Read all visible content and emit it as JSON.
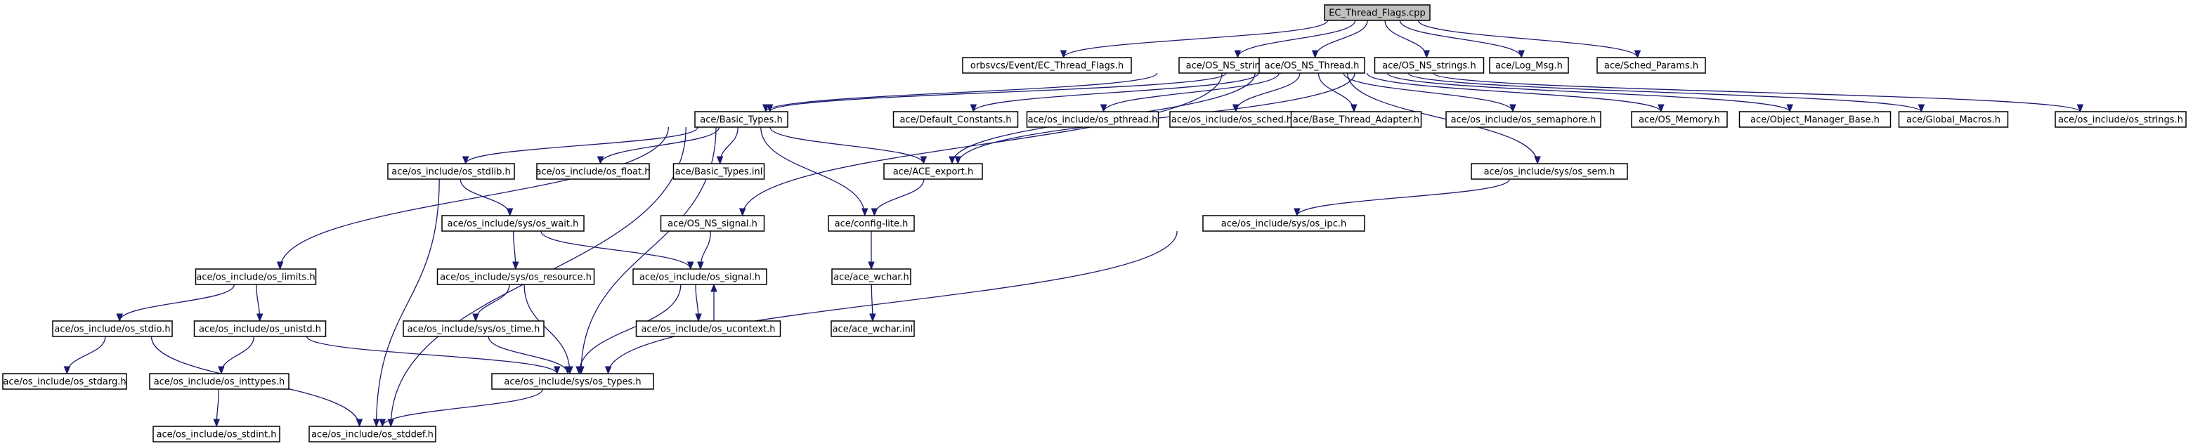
{
  "diagram": {
    "title": "",
    "nodes": [
      {
        "id": "root",
        "label": "EC_Thread_Flags.cpp"
      },
      {
        "id": "orb",
        "label": "orbsvcs/Event/EC_Thread_Flags.h"
      },
      {
        "id": "nsstr",
        "label": "ace/OS_NS_string.h"
      },
      {
        "id": "nsthread",
        "label": "ace/OS_NS_Thread.h"
      },
      {
        "id": "nsstrings",
        "label": "ace/OS_NS_strings.h"
      },
      {
        "id": "logmsg",
        "label": "ace/Log_Msg.h"
      },
      {
        "id": "sched",
        "label": "ace/Sched_Params.h"
      },
      {
        "id": "basic",
        "label": "ace/Basic_Types.h"
      },
      {
        "id": "defconst",
        "label": "ace/Default_Constants.h"
      },
      {
        "id": "pthread",
        "label": "ace/os_include/os_pthread.h"
      },
      {
        "id": "ossched",
        "label": "ace/os_include/os_sched.h"
      },
      {
        "id": "bta",
        "label": "ace/Base_Thread_Adapter.h"
      },
      {
        "id": "sema",
        "label": "ace/os_include/os_semaphore.h"
      },
      {
        "id": "osmem",
        "label": "ace/OS_Memory.h"
      },
      {
        "id": "omb",
        "label": "ace/Object_Manager_Base.h"
      },
      {
        "id": "gmac",
        "label": "ace/Global_Macros.h"
      },
      {
        "id": "osstrings",
        "label": "ace/os_include/os_strings.h"
      },
      {
        "id": "stdlib",
        "label": "ace/os_include/os_stdlib.h"
      },
      {
        "id": "float",
        "label": "ace/os_include/os_float.h"
      },
      {
        "id": "btinl",
        "label": "ace/Basic_Types.inl"
      },
      {
        "id": "export",
        "label": "ace/ACE_export.h"
      },
      {
        "id": "syssem",
        "label": "ace/os_include/sys/os_sem.h"
      },
      {
        "id": "wait",
        "label": "ace/os_include/sys/os_wait.h"
      },
      {
        "id": "nssig",
        "label": "ace/OS_NS_signal.h"
      },
      {
        "id": "cfglite",
        "label": "ace/config-lite.h"
      },
      {
        "id": "ipc",
        "label": "ace/os_include/sys/os_ipc.h"
      },
      {
        "id": "limits",
        "label": "ace/os_include/os_limits.h"
      },
      {
        "id": "resource",
        "label": "ace/os_include/sys/os_resource.h"
      },
      {
        "id": "signal",
        "label": "ace/os_include/os_signal.h"
      },
      {
        "id": "wchar",
        "label": "ace/ace_wchar.h"
      },
      {
        "id": "stdio",
        "label": "ace/os_include/os_stdio.h"
      },
      {
        "id": "unistd",
        "label": "ace/os_include/os_unistd.h"
      },
      {
        "id": "time",
        "label": "ace/os_include/sys/os_time.h"
      },
      {
        "id": "ucontext",
        "label": "ace/os_include/os_ucontext.h"
      },
      {
        "id": "wcharinl",
        "label": "ace/ace_wchar.inl"
      },
      {
        "id": "stdarg",
        "label": "ace/os_include/os_stdarg.h"
      },
      {
        "id": "inttypes",
        "label": "ace/os_include/os_inttypes.h"
      },
      {
        "id": "types",
        "label": "ace/os_include/sys/os_types.h"
      },
      {
        "id": "stdint",
        "label": "ace/os_include/os_stdint.h"
      },
      {
        "id": "stddef",
        "label": "ace/os_include/os_stddef.h"
      }
    ],
    "edges": [
      [
        "root",
        "orb"
      ],
      [
        "root",
        "nsstr"
      ],
      [
        "root",
        "nsthread"
      ],
      [
        "root",
        "nsstrings"
      ],
      [
        "root",
        "logmsg"
      ],
      [
        "root",
        "sched"
      ],
      [
        "nsthread",
        "basic"
      ],
      [
        "nsthread",
        "defconst"
      ],
      [
        "nsthread",
        "pthread"
      ],
      [
        "nsthread",
        "ossched"
      ],
      [
        "nsthread",
        "bta"
      ],
      [
        "nsthread",
        "sema"
      ],
      [
        "nsthread",
        "osmem"
      ],
      [
        "nsthread",
        "omb"
      ],
      [
        "nsthread",
        "gmac"
      ],
      [
        "nsthread",
        "osstrings"
      ],
      [
        "nsthread",
        "export"
      ],
      [
        "nsthread",
        "nssig"
      ],
      [
        "nsthread",
        "syssem"
      ],
      [
        "nsstr",
        "basic"
      ],
      [
        "nsstrings",
        "export"
      ],
      [
        "basic",
        "stdlib"
      ],
      [
        "basic",
        "float"
      ],
      [
        "basic",
        "btinl"
      ],
      [
        "basic",
        "export"
      ],
      [
        "basic",
        "limits"
      ],
      [
        "basic",
        "cfglite"
      ],
      [
        "basic",
        "types"
      ],
      [
        "basic",
        "stddef"
      ],
      [
        "export",
        "cfglite"
      ],
      [
        "stdlib",
        "wait"
      ],
      [
        "stdlib",
        "stddef"
      ],
      [
        "wait",
        "resource"
      ],
      [
        "wait",
        "signal"
      ],
      [
        "nssig",
        "signal"
      ],
      [
        "signal",
        "ucontext"
      ],
      [
        "ucontext",
        "signal"
      ],
      [
        "signal",
        "types"
      ],
      [
        "cfglite",
        "wchar"
      ],
      [
        "wchar",
        "wcharinl"
      ],
      [
        "syssem",
        "ipc"
      ],
      [
        "ipc",
        "types"
      ],
      [
        "limits",
        "stdio"
      ],
      [
        "limits",
        "unistd"
      ],
      [
        "resource",
        "time"
      ],
      [
        "resource",
        "types"
      ],
      [
        "time",
        "types"
      ],
      [
        "stdio",
        "stdarg"
      ],
      [
        "stdio",
        "stddef"
      ],
      [
        "unistd",
        "inttypes"
      ],
      [
        "unistd",
        "types"
      ],
      [
        "inttypes",
        "stdint"
      ],
      [
        "types",
        "stddef"
      ]
    ]
  }
}
